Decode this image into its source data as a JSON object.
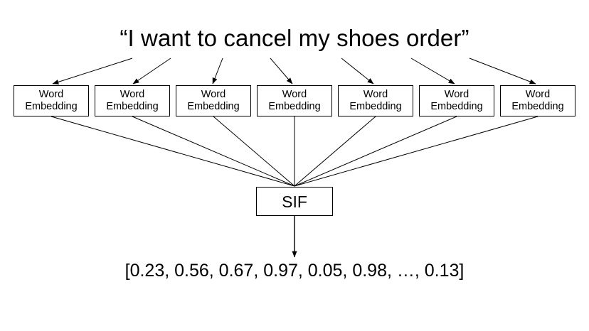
{
  "diagram": {
    "title": "“I want to cancel my shoes order”",
    "word_boxes": [
      {
        "line1": "Word",
        "line2": "Embedding"
      },
      {
        "line1": "Word",
        "line2": "Embedding"
      },
      {
        "line1": "Word",
        "line2": "Embedding"
      },
      {
        "line1": "Word",
        "line2": "Embedding"
      },
      {
        "line1": "Word",
        "line2": "Embedding"
      },
      {
        "line1": "Word",
        "line2": "Embedding"
      },
      {
        "line1": "Word",
        "line2": "Embedding"
      }
    ],
    "aggregator": {
      "label": "SIF"
    },
    "output_vector": "[0.23, 0.56, 0.67, 0.97, 0.05, 0.98, …, 0.13]",
    "colors": {
      "background": "#ffffff",
      "stroke": "#000000",
      "text": "#000000"
    }
  }
}
